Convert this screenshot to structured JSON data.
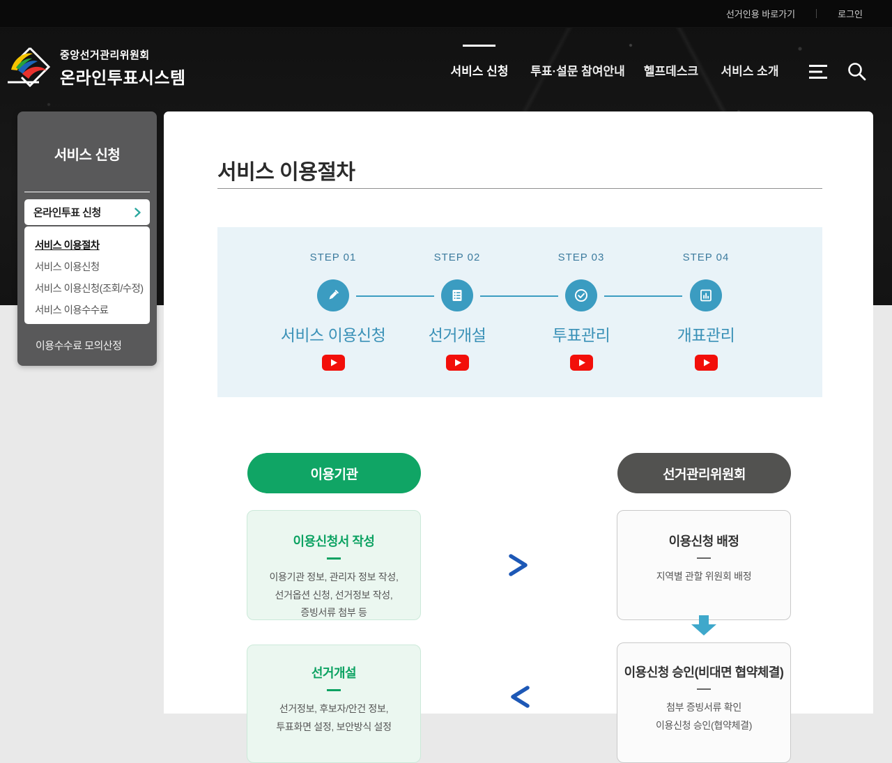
{
  "topbar": {
    "voter_link": "선거인용 바로가기",
    "login": "로그인"
  },
  "header": {
    "org": "중앙선거관리위원회",
    "system": "온라인투표시스템",
    "nav": [
      {
        "label": "서비스 신청",
        "active": true
      },
      {
        "label": "투표·설문 참여안내",
        "active": false
      },
      {
        "label": "헬프데스크",
        "active": false
      },
      {
        "label": "서비스 소개",
        "active": false
      }
    ]
  },
  "sidebar": {
    "title": "서비스 신청",
    "section": "온라인투표 신청",
    "items": [
      {
        "label": "서비스 이용절차",
        "active": true
      },
      {
        "label": "서비스 이용신청",
        "active": false
      },
      {
        "label": "서비스 이용신청(조회/수정)",
        "active": false
      },
      {
        "label": "서비스 이용수수료",
        "active": false
      }
    ],
    "footer_item": "이용수수료 모의산정"
  },
  "main": {
    "title": "서비스 이용절차",
    "steps": [
      {
        "step": "STEP 01",
        "label": "서비스 이용신청",
        "icon": "pencil-icon"
      },
      {
        "step": "STEP 02",
        "label": "선거개설",
        "icon": "list-icon"
      },
      {
        "step": "STEP 03",
        "label": "투표관리",
        "icon": "check-circle-icon"
      },
      {
        "step": "STEP 04",
        "label": "개표관리",
        "icon": "bar-chart-icon"
      }
    ],
    "flow": {
      "left_header": "이용기관",
      "right_header": "선거관리위원회",
      "left_boxes": [
        {
          "title": "이용신청서 작성",
          "lines": [
            "이용기관 정보, 관리자 정보 작성,",
            "선거옵션 신청, 선거정보 작성,",
            "증빙서류 첨부 등"
          ]
        },
        {
          "title": "선거개설",
          "lines": [
            "선거정보, 후보자/안건 정보,",
            "투표화면 설정, 보안방식 설정"
          ]
        }
      ],
      "right_boxes": [
        {
          "title": "이용신청 배정",
          "lines": [
            "지역별 관할 위원회 배정"
          ]
        },
        {
          "title": "이용신청 승인(비대면 협약체결)",
          "lines": [
            "첨부 증빙서류 확인",
            "이용신청 승인(협약체결)"
          ]
        }
      ]
    }
  },
  "colors": {
    "accent_teal": "#3b9cc1",
    "step_text_blue": "#3a91b7",
    "brand_green": "#10a565",
    "youtube_red": "#f20f0a",
    "arrow_blue": "#1d58b6",
    "down_arrow_blue": "#3fa8cb",
    "dark_pill": "#525250",
    "sidebar_gray": "#59595a"
  }
}
